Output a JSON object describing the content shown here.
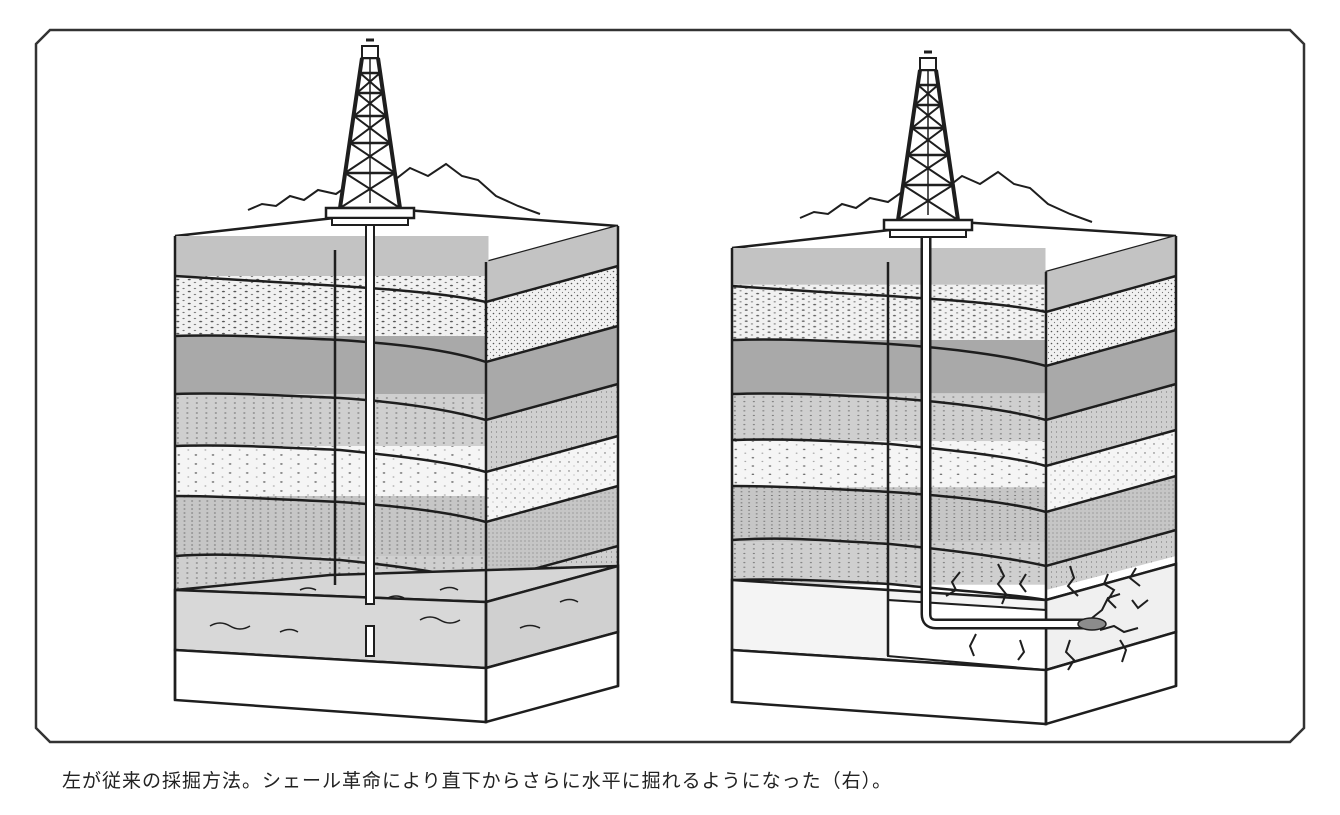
{
  "caption": "左が従来の採掘方法。シェール革命により直下からさらに水平に掘れるようになった（右）。",
  "illustrations": [
    {
      "name": "conventional-drilling",
      "side": "left",
      "well": "vertical"
    },
    {
      "name": "shale-horizontal-drilling",
      "side": "right",
      "well": "vertical-then-horizontal",
      "fractures": true
    }
  ],
  "colors": {
    "ink": "#1e1e1e",
    "frame": "#333333",
    "background": "#ffffff",
    "band_gray": "#bdbdbd",
    "band_gray_dark": "#a8a8a8",
    "dotted_fill": "#ececec",
    "reservoir": "#d6d6d6",
    "shale": "#f4f4f4"
  }
}
